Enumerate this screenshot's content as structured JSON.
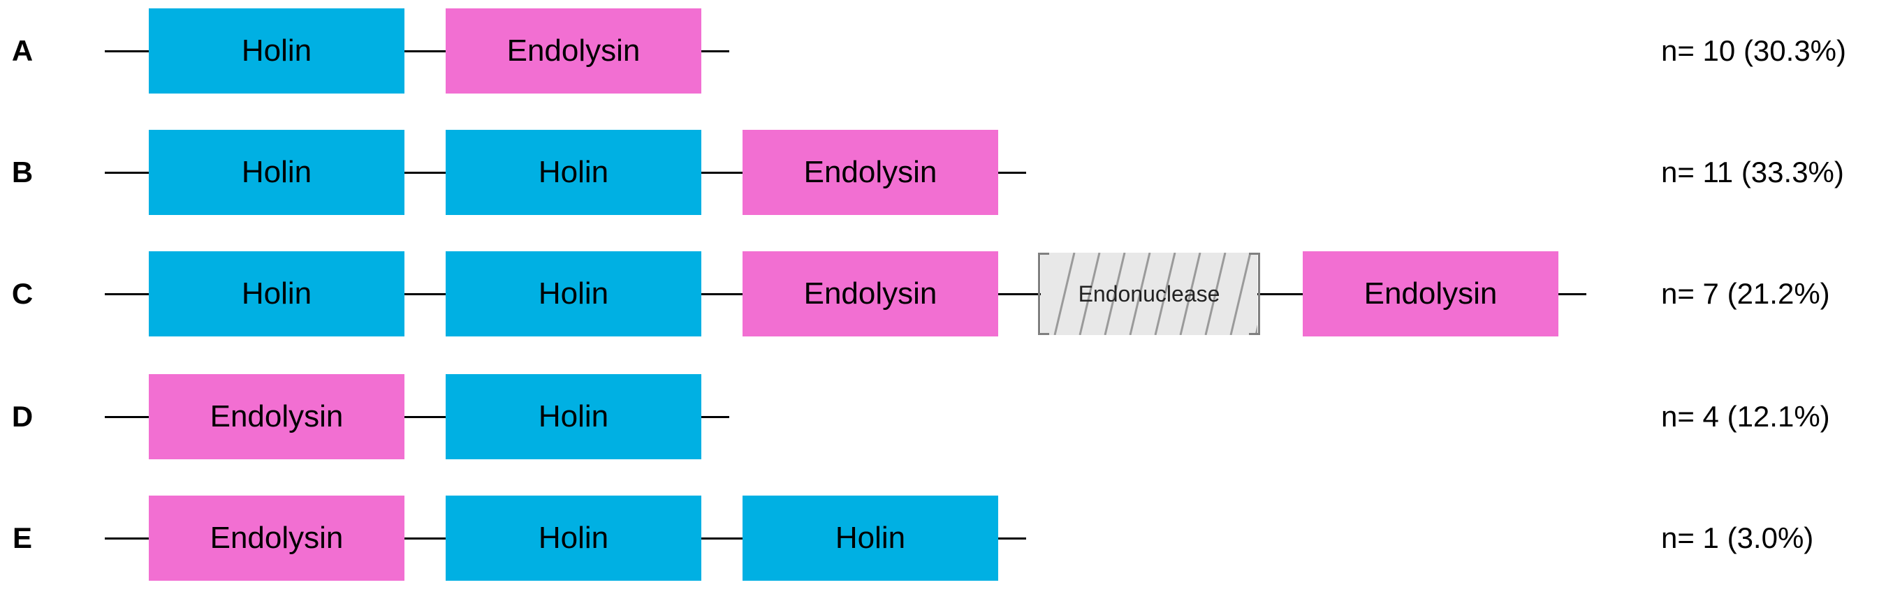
{
  "rows": [
    {
      "id": "A",
      "count": "n= 10 (30.3%)",
      "genes": [
        {
          "label": "Holin",
          "type": "holin"
        },
        {
          "label": "Endolysin",
          "type": "endolysin"
        }
      ]
    },
    {
      "id": "B",
      "count": "n= 11 (33.3%)",
      "genes": [
        {
          "label": "Holin",
          "type": "holin"
        },
        {
          "label": "Holin",
          "type": "holin"
        },
        {
          "label": "Endolysin",
          "type": "endolysin"
        }
      ]
    },
    {
      "id": "C",
      "count": "n= 7 (21.2%)",
      "genes": [
        {
          "label": "Holin",
          "type": "holin"
        },
        {
          "label": "Holin",
          "type": "holin"
        },
        {
          "label": "Endolysin",
          "type": "endolysin"
        },
        {
          "label": "Endonuclease",
          "type": "endonuclease"
        },
        {
          "label": "Endolysin",
          "type": "endolysin"
        }
      ]
    },
    {
      "id": "D",
      "count": "n= 4 (12.1%)",
      "genes": [
        {
          "label": "Endolysin",
          "type": "endolysin"
        },
        {
          "label": "Holin",
          "type": "holin"
        }
      ]
    },
    {
      "id": "E",
      "count": "n= 1 (3.0%)",
      "genes": [
        {
          "label": "Endolysin",
          "type": "endolysin"
        },
        {
          "label": "Holin",
          "type": "holin"
        },
        {
          "label": "Holin",
          "type": "holin"
        }
      ]
    }
  ],
  "colors": {
    "holin": "#00b0e3",
    "endolysin": "#f26fd2",
    "endonuclease": "#e8e8e8",
    "line": "#000000"
  }
}
